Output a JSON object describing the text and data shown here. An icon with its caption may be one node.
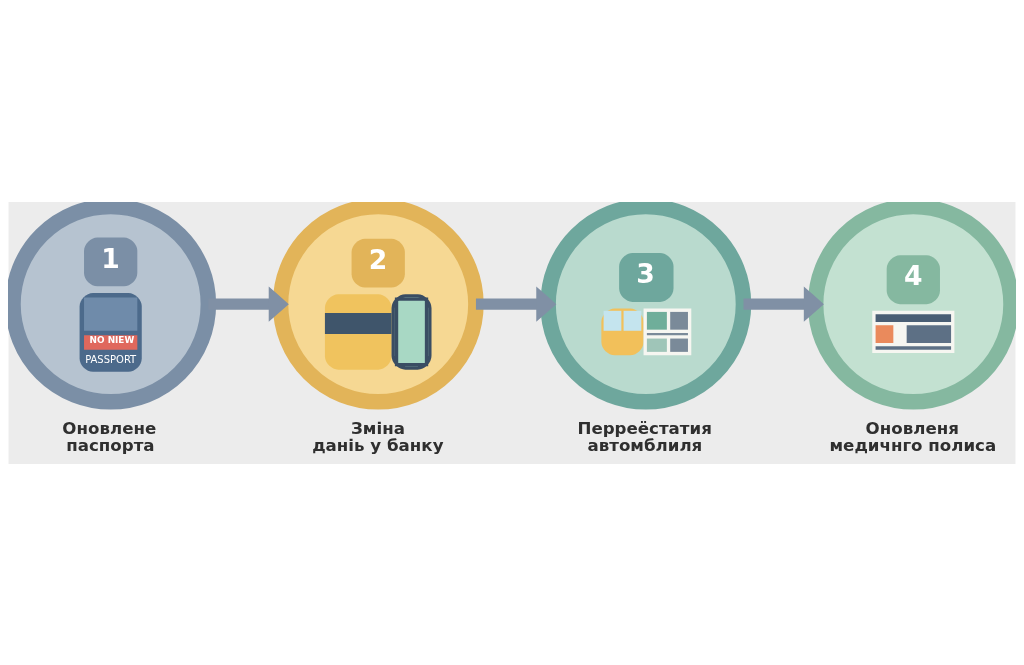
{
  "diagram": {
    "nodes": [
      {
        "text": [
          "1",
          "NO NIEW",
          "PASSPORT"
        ],
        "beside": [
          "Оновлене паспорта"
        ]
      },
      {
        "text": [
          "2"
        ],
        "beside": [
          "Зміна даніь у банку"
        ]
      },
      {
        "text": [
          "3"
        ],
        "beside": [
          "Перреёстатия автомблиля"
        ]
      },
      {
        "text": [
          "4"
        ],
        "beside": [
          "Оновленя медичнго полиса"
        ]
      }
    ],
    "edges": [
      {
        "from": 0,
        "to": 1,
        "arrow": "to"
      },
      {
        "from": 1,
        "to": 2,
        "arrow": "to"
      },
      {
        "from": 2,
        "to": 3,
        "arrow": "to"
      }
    ]
  }
}
